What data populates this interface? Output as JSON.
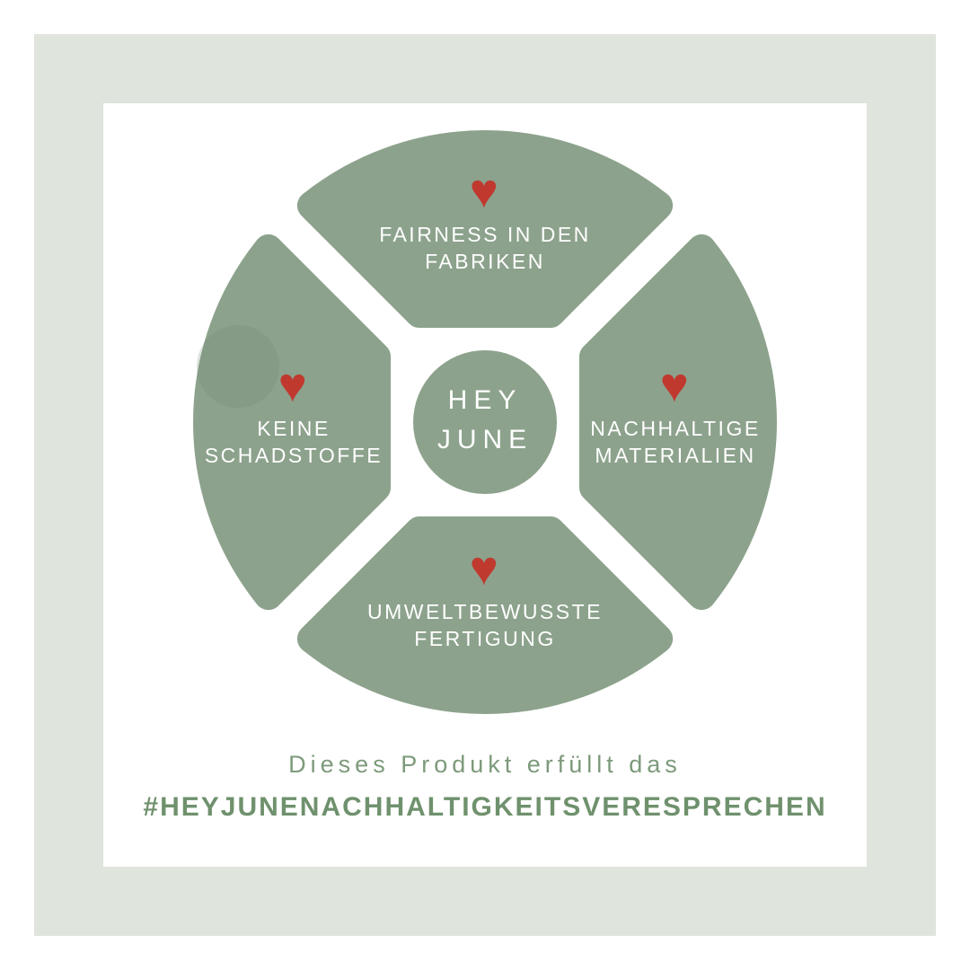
{
  "colors": {
    "frame": "#dfe5dc",
    "segment": "#8ca28c",
    "heart": "#c0392f",
    "text-green": "#7d9a7b",
    "hashtag-green": "#6f916d"
  },
  "icons": {
    "heart_glyph": "♥"
  },
  "center": {
    "line1": "HEY",
    "line2": "JUNE"
  },
  "segments": {
    "top": {
      "line1": "FAIRNESS IN DEN",
      "line2": "FABRIKEN"
    },
    "left": {
      "line1": "KEINE",
      "line2": "SCHADSTOFFE"
    },
    "right": {
      "line1": "NACHHALTIGE",
      "line2": "MATERIALIEN"
    },
    "bottom": {
      "line1": "UMWELTBEWUSSTE",
      "line2": "FERTIGUNG"
    }
  },
  "footer": {
    "subtitle": "Dieses Produkt erfüllt das",
    "hashtag": "#HEYJUNENACHHALTIGKEITSVERESPRECHEN"
  }
}
